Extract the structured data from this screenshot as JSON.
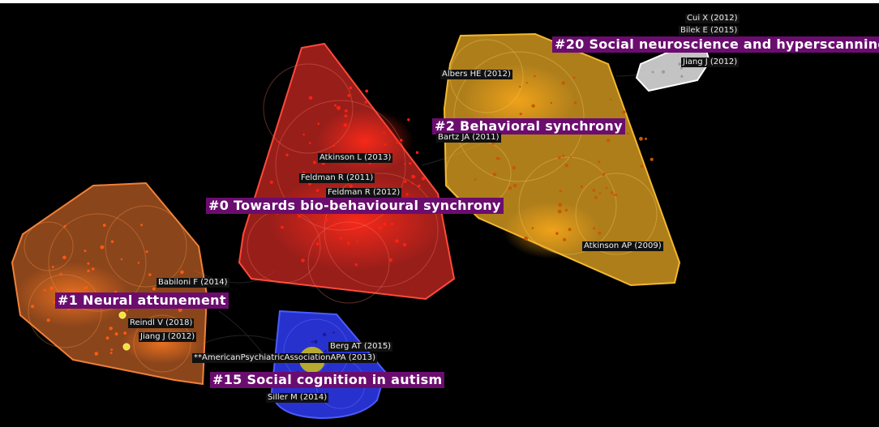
{
  "colors": {
    "background": "#000000",
    "cluster_0": "#e8281e",
    "cluster_1": "#e8742c",
    "cluster_2": "#e6a623",
    "cluster_15": "#2230c8",
    "cluster_20": "#d8d8d8",
    "label_bg": "#6b0d6f"
  },
  "clusters": [
    {
      "id": "0",
      "label": "#0 Towards bio-behavioural synchrony"
    },
    {
      "id": "1",
      "label": "#1 Neural attunement"
    },
    {
      "id": "2",
      "label": "#2 Behavioral synchrony"
    },
    {
      "id": "15",
      "label": "#15 Social cognition in autism"
    },
    {
      "id": "20",
      "label": "#20 Social neuroscience and hyperscanning"
    }
  ],
  "references": [
    {
      "label": "Cui X (2012)"
    },
    {
      "label": "Bilek E (2015)"
    },
    {
      "label": "Jiang J (2012)"
    },
    {
      "label": "Albers HE (2012)"
    },
    {
      "label": "Bartz JA (2011)"
    },
    {
      "label": "Atkinson L (2013)"
    },
    {
      "label": "Feldman R (2011)"
    },
    {
      "label": "Feldman R (2012)"
    },
    {
      "label": "Atkinson AP (2009)"
    },
    {
      "label": "Babiloni F (2014)"
    },
    {
      "label": "Reindl V (2018)"
    },
    {
      "label": "Jiang J (2012)"
    },
    {
      "label": "Berg AT (2015)"
    },
    {
      "label": "**AmericanPsychiatricAssociationAPA (2013)"
    },
    {
      "label": "Siller M (2014)"
    }
  ]
}
